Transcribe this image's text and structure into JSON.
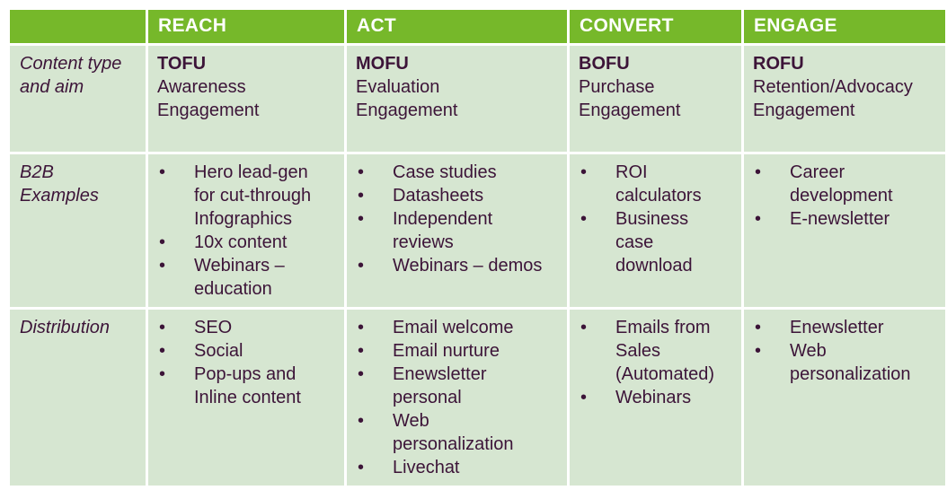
{
  "header": {
    "corner": "",
    "columns": [
      "REACH",
      "ACT",
      "CONVERT",
      "ENGAGE"
    ]
  },
  "rows": [
    {
      "label_lines": [
        "Content type",
        "and aim"
      ],
      "cells": [
        {
          "code": "TOFU",
          "lines": [
            "Awareness",
            "Engagement"
          ]
        },
        {
          "code": "MOFU",
          "lines": [
            "Evaluation",
            "Engagement"
          ]
        },
        {
          "code": "BOFU",
          "lines": [
            "Purchase",
            "Engagement"
          ]
        },
        {
          "code": "ROFU",
          "lines": [
            "Retention/Advocacy",
            "Engagement"
          ]
        }
      ]
    },
    {
      "label_lines": [
        "B2B",
        "Examples"
      ],
      "cells": [
        {
          "items": [
            [
              "Hero lead-gen",
              "for cut-through",
              "Infographics"
            ],
            [
              "10x content"
            ],
            [
              "Webinars –",
              "education"
            ]
          ]
        },
        {
          "items": [
            [
              "Case studies"
            ],
            [
              "Datasheets"
            ],
            [
              "Independent",
              "reviews"
            ],
            [
              "Webinars – demos"
            ]
          ]
        },
        {
          "items": [
            [
              "ROI",
              "calculators"
            ],
            [
              "Business",
              "case",
              "download"
            ]
          ]
        },
        {
          "items": [
            [
              "Career",
              "development"
            ],
            [
              "E-newsletter"
            ]
          ]
        }
      ]
    },
    {
      "label_lines": [
        "Distribution"
      ],
      "cells": [
        {
          "items": [
            [
              "SEO"
            ],
            [
              "Social"
            ],
            [
              "Pop-ups and",
              "Inline content"
            ]
          ]
        },
        {
          "items": [
            [
              "Email welcome"
            ],
            [
              "Email nurture"
            ],
            [
              "Enewsletter",
              "personal"
            ],
            [
              "Web",
              "personalization"
            ],
            [
              "Livechat"
            ]
          ]
        },
        {
          "items": [
            [
              "Emails from",
              "Sales",
              "(Automated)"
            ],
            [
              "Webinars"
            ]
          ]
        },
        {
          "items": [
            [
              "Enewsletter"
            ],
            [
              "Web",
              "personalization"
            ]
          ]
        }
      ]
    }
  ],
  "bullet_glyph": "•",
  "colors": {
    "header_bg": "#76b82a",
    "header_text": "#ffffff",
    "cell_bg": "#d6e6d1",
    "body_text": "#3c1438"
  }
}
